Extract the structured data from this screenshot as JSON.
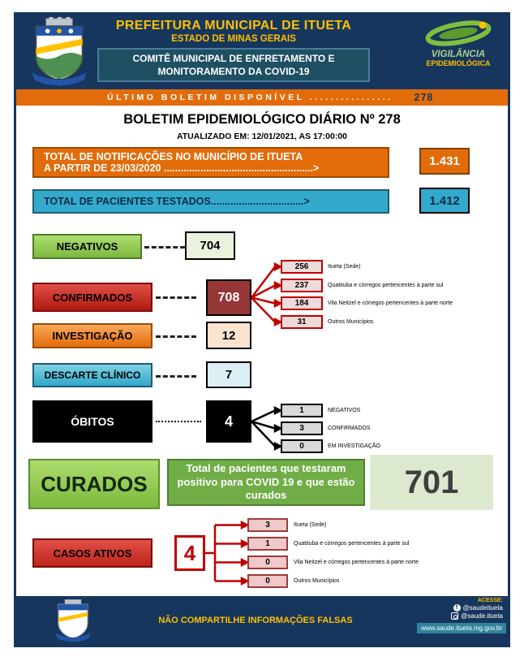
{
  "header": {
    "title": "PREFEITURA MUNICIPAL DE ITUETA",
    "subtitle": "ESTADO DE MINAS GERAIS",
    "committee_line1": "COMITÊ MUNICIPAL DE ENFRETAMENTO E",
    "committee_line2": "MONITORAMENTO DA COVID-19",
    "vigilancia_line1": "VIGILÂNCIA",
    "vigilancia_line2": "EPIDEMIOLÓGICA",
    "last_bulletin_label": "ÚLTIMO BOLETIM DISPONÍVEL ................",
    "last_bulletin_number": "278"
  },
  "bulletin": {
    "title": "BOLETIM EPIDEMIOLÓGICO DIÁRIO Nº 278",
    "updated": "ATUALIZADO EM: 12/01/2021, AS 17:00:00"
  },
  "totals": {
    "notifications": {
      "label_line1": "TOTAL DE NOTIFICAÇÕES NO MUNICÍPIO DE ITUETA",
      "label_line2": "A PARTIR DE 23/03/2020 .....................................................>",
      "value": "1.431"
    },
    "tested": {
      "label": "TOTAL DE PACIENTES TESTADOS.................................>",
      "value": "1.412"
    }
  },
  "stats": {
    "negativos": {
      "label": "NEGATIVOS",
      "value": "704"
    },
    "confirmados": {
      "label": "CONFIRMADOS",
      "value": "708",
      "breakdown": [
        {
          "value": "256",
          "label": "Itueta (Sede)"
        },
        {
          "value": "237",
          "label": "Quatituba e córregos pertencentes à parte sul"
        },
        {
          "value": "184",
          "label": "Vila Neitzel e córregos pertencentes à parte norte"
        },
        {
          "value": "31",
          "label": "Outros Municípios"
        }
      ]
    },
    "investigacao": {
      "label": "INVESTIGAÇÃO",
      "value": "12"
    },
    "descarte": {
      "label": "DESCARTE CLÍNICO",
      "value": "7"
    },
    "obitos": {
      "label": "ÓBITOS",
      "value": "4",
      "breakdown": [
        {
          "value": "1",
          "label": "NEGATIVOS"
        },
        {
          "value": "3",
          "label": "CONFIRMADOS"
        },
        {
          "value": "0",
          "label": "EM INVESTIGAÇÃO"
        }
      ]
    },
    "curados": {
      "label": "CURADOS",
      "description": "Total de pacientes que testaram positivo para COVID 19 e que estão curados",
      "value": "701"
    },
    "casos_ativos": {
      "label": "CASOS ATIVOS",
      "value": "4",
      "breakdown": [
        {
          "value": "3",
          "label": "Itueta (Sede)"
        },
        {
          "value": "1",
          "label": "Quatituba e córregos pertencentes à parte sul"
        },
        {
          "value": "0",
          "label": "Vila Neitzel e córregos pertencentes à parte norte"
        },
        {
          "value": "0",
          "label": "Outros Municípios"
        }
      ]
    }
  },
  "footer": {
    "message": "NÃO COMPARTILHE INFORMAÇÕES FALSAS",
    "access_label": "ACESSE:",
    "facebook": "@saudeitueta",
    "instagram": "@saude.itueta",
    "website": "www.saude.itueta.mg.gov.br"
  },
  "colors": {
    "navy": "#17365D",
    "orange": "#E36C0A",
    "cyan": "#33AACC",
    "green": "#92D050",
    "red": "#C00000"
  }
}
